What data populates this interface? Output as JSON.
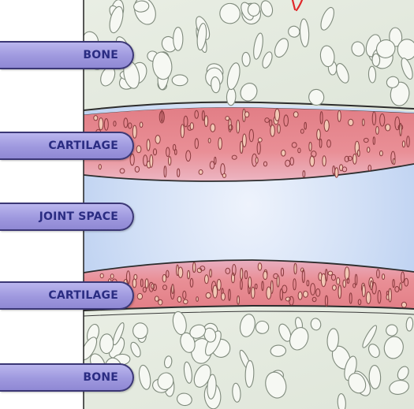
{
  "diagram": {
    "labels": [
      {
        "id": "bone-top",
        "text": "BONE"
      },
      {
        "id": "cartilage-top",
        "text": "CARTILAGE"
      },
      {
        "id": "joint-space",
        "text": "JOINT SPACE"
      },
      {
        "id": "cartilage-bottom",
        "text": "CARTILAGE"
      },
      {
        "id": "bone-bottom",
        "text": "BONE"
      }
    ]
  },
  "colors": {
    "bone": "#e6ece2",
    "bone_pore": "#f6f8f3",
    "bone_outline": "#7f8a7c",
    "cartilage": "#e68d93",
    "cartilage_edge": "#f0b9a8",
    "cartilage_cell": "#8a3b3e",
    "joint_space": "#c3d6f3",
    "joint_space_center": "#e9f0fb",
    "label_fill": "#9e98de",
    "label_border": "#3b3775",
    "label_text": "#2a2c82",
    "accent_red": "#e0282a"
  }
}
